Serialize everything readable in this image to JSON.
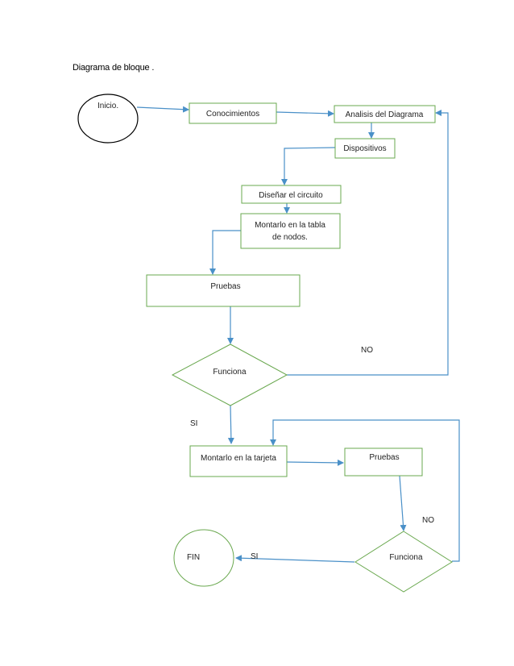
{
  "title": "Diagrama de bloque .",
  "nodes": {
    "inicio": "Inicio.",
    "conocimientos": "Conocimientos",
    "analisis": "Analisis del Diagrama",
    "dispositivos": "Dispositivos",
    "disenar": "Diseñar el circuito",
    "montarlo_tabla_1": "Montarlo en la tabla",
    "montarlo_tabla_2": "de nodos.",
    "pruebas_1": "Pruebas",
    "funciona_1": "Funciona",
    "montarlo_tarjeta": "Montarlo en la tarjeta",
    "pruebas_2": "Pruebas",
    "funciona_2": "Funciona",
    "fin": "FIN"
  },
  "edges": {
    "no_1": "NO",
    "si_1": "SI",
    "no_2": "NO",
    "si_2": "SI"
  },
  "colors": {
    "node_stroke": "#6aa84f",
    "arrow": "#4a90c8",
    "inicio_stroke": "#000000"
  }
}
